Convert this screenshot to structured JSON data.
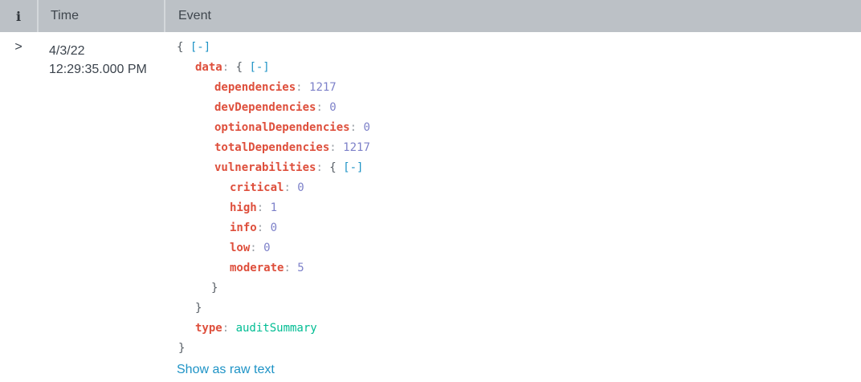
{
  "header": {
    "info_label": "i",
    "time_label": "Time",
    "event_label": "Event"
  },
  "row": {
    "expander": ">",
    "date": "4/3/22",
    "timestamp": "12:29:35.000 PM"
  },
  "event": {
    "lines": [
      {
        "indent": 0,
        "segments": [
          [
            "{ ",
            "brace"
          ],
          [
            "[-]",
            "toggle"
          ]
        ]
      },
      {
        "indent": 23,
        "segments": [
          [
            "data",
            "key"
          ],
          [
            ": ",
            "colon"
          ],
          [
            "{ ",
            "brace"
          ],
          [
            "[-]",
            "toggle"
          ]
        ]
      },
      {
        "indent": 47,
        "segments": [
          [
            "dependencies",
            "key"
          ],
          [
            ": ",
            "colon"
          ],
          [
            "1217",
            "num"
          ]
        ]
      },
      {
        "indent": 47,
        "segments": [
          [
            "devDependencies",
            "key"
          ],
          [
            ": ",
            "colon"
          ],
          [
            "0",
            "num"
          ]
        ]
      },
      {
        "indent": 47,
        "segments": [
          [
            "optionalDependencies",
            "key"
          ],
          [
            ": ",
            "colon"
          ],
          [
            "0",
            "num"
          ]
        ]
      },
      {
        "indent": 47,
        "segments": [
          [
            "totalDependencies",
            "key"
          ],
          [
            ": ",
            "colon"
          ],
          [
            "1217",
            "num"
          ]
        ]
      },
      {
        "indent": 47,
        "segments": [
          [
            "vulnerabilities",
            "key"
          ],
          [
            ": ",
            "colon"
          ],
          [
            "{ ",
            "brace"
          ],
          [
            "[-]",
            "toggle"
          ]
        ]
      },
      {
        "indent": 66,
        "segments": [
          [
            "critical",
            "key"
          ],
          [
            ": ",
            "colon"
          ],
          [
            "0",
            "num"
          ]
        ]
      },
      {
        "indent": 66,
        "segments": [
          [
            "high",
            "key"
          ],
          [
            ": ",
            "colon"
          ],
          [
            "1",
            "num"
          ]
        ]
      },
      {
        "indent": 66,
        "segments": [
          [
            "info",
            "key"
          ],
          [
            ": ",
            "colon"
          ],
          [
            "0",
            "num"
          ]
        ]
      },
      {
        "indent": 66,
        "segments": [
          [
            "low",
            "key"
          ],
          [
            ": ",
            "colon"
          ],
          [
            "0",
            "num"
          ]
        ]
      },
      {
        "indent": 66,
        "segments": [
          [
            "moderate",
            "key"
          ],
          [
            ": ",
            "colon"
          ],
          [
            "5",
            "num"
          ]
        ]
      },
      {
        "indent": 43,
        "segments": [
          [
            "}",
            "brace"
          ]
        ]
      },
      {
        "indent": 23,
        "segments": [
          [
            "}",
            "brace"
          ]
        ]
      },
      {
        "indent": 23,
        "segments": [
          [
            "type",
            "key"
          ],
          [
            ": ",
            "colon"
          ],
          [
            "auditSummary",
            "str"
          ]
        ]
      },
      {
        "indent": 2,
        "segments": [
          [
            "}",
            "brace"
          ]
        ]
      }
    ],
    "raw_link": "Show as raw text"
  },
  "colors": {
    "header_bg": "#bcc1c6",
    "divider": "#d4d8db",
    "header_text": "#3f464d",
    "info_icon": "#2f353b",
    "body_text": "#3b434c",
    "json_key": "#de4f3c",
    "json_num": "#7d81c9",
    "json_str": "#00bd93",
    "json_brace": "#565d64",
    "json_colon": "#9aa0a6",
    "toggle_blue": "#1e93c6",
    "link_blue": "#1e93c6"
  }
}
